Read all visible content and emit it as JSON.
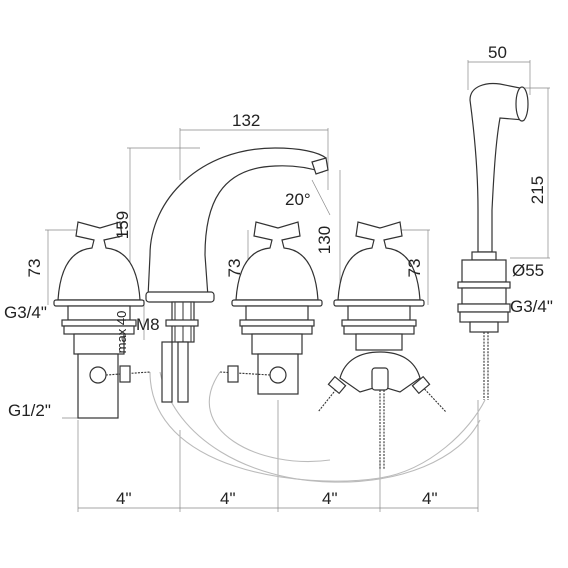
{
  "dimensions": {
    "spout_reach": "132",
    "spout_height": "159",
    "spout_angle": "20°",
    "valve_height_center": "130",
    "valve_height_left": "73",
    "valve_height_mid": "73",
    "valve_height_right": "73",
    "handshower_width": "50",
    "handshower_length": "215",
    "handshower_diameter": "Ø55",
    "thread_left_top": "G3/4\"",
    "thread_left_bottom": "G1/2\"",
    "thread_right": "G3/4\"",
    "spout_stud": "M8",
    "deck_max": "max 40",
    "spacing_1": "4\"",
    "spacing_2": "4\"",
    "spacing_3": "4\"",
    "spacing_4": "4\""
  }
}
